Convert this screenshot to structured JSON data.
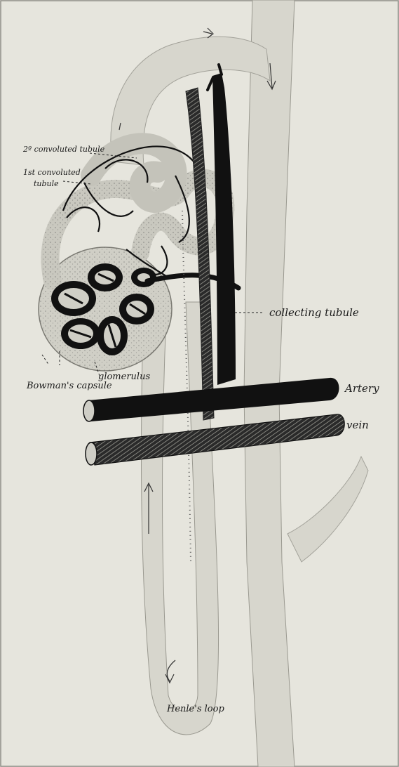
{
  "labels": {
    "second_convoluted": "2º convoluted tubule",
    "first_convoluted_line1": "1st convoluted",
    "first_convoluted_line2": "tubule",
    "collecting": "collecting tubule",
    "glomerulus": "glomerulus",
    "bowmans": "Bowman's capsule",
    "artery": "Artery",
    "vein": "vein",
    "henles": "Henle's loop"
  },
  "colors": {
    "paper": "#e6e5dd",
    "tubule": "#d7d6cd",
    "ink": "#111111"
  }
}
